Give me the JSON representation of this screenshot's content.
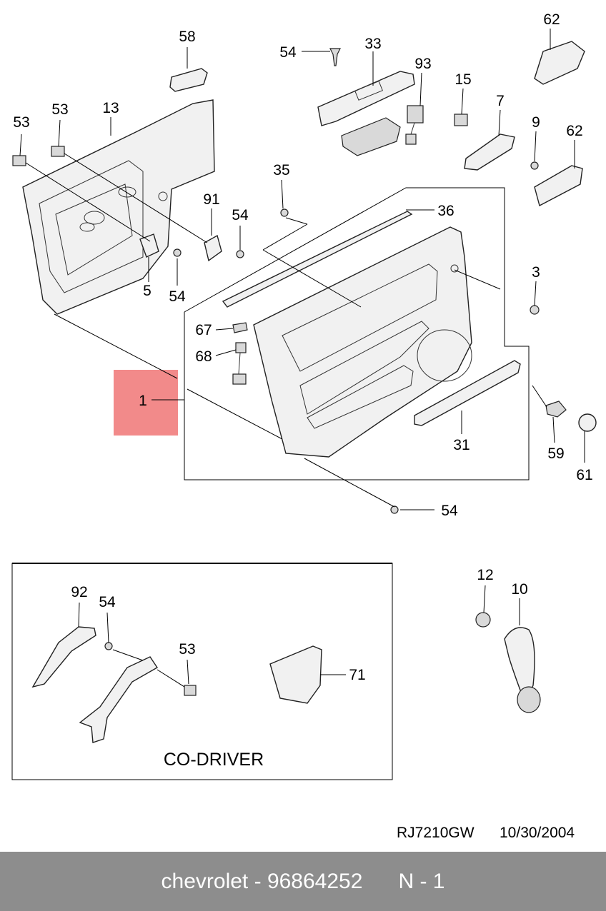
{
  "callouts": [
    "58",
    "54",
    "33",
    "93",
    "62",
    "15",
    "7",
    "9",
    "62",
    "53",
    "53",
    "13",
    "35",
    "36",
    "91",
    "54",
    "54",
    "5",
    "3",
    "67",
    "68",
    "1",
    "31",
    "59",
    "61",
    "54",
    "12",
    "10",
    "92",
    "54",
    "53",
    "71"
  ],
  "inset_title": "CO-DRIVER",
  "drawing_code": "RJ7210GW",
  "drawing_date": "10/30/2004",
  "footer": {
    "brand": "chevrolet",
    "part_number": "96864252",
    "page": "N - 1"
  },
  "colors": {
    "highlight": "#f28a8a",
    "footer_bg": "#8d8d8d"
  }
}
